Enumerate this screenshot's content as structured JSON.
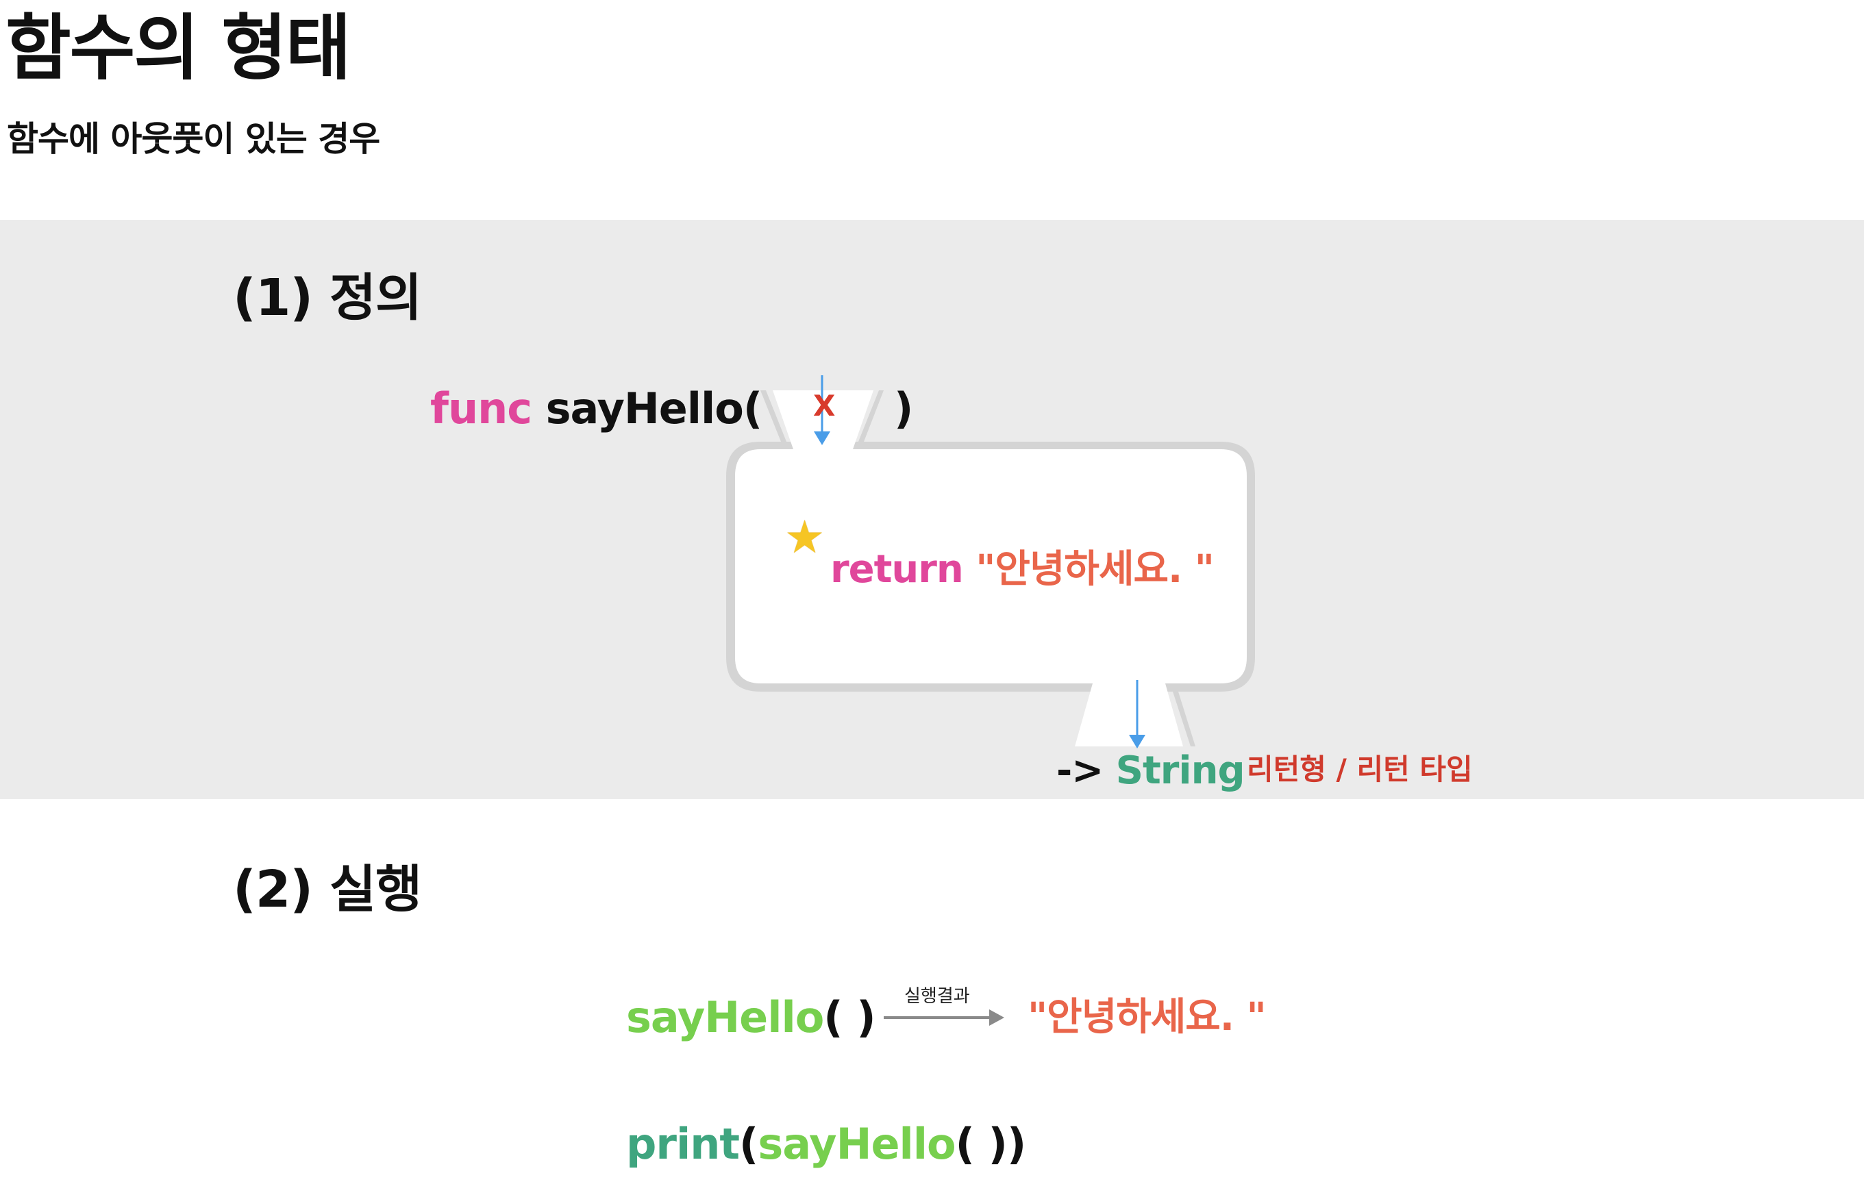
{
  "header": {
    "title": "함수의 형태",
    "subtitle": "함수에 아웃풋이 있는 경우"
  },
  "definition": {
    "heading": "(1) 정의",
    "keyword": "func",
    "func_name": "sayHello(",
    "close_paren": ")",
    "input_mark": "X",
    "return_keyword": "return",
    "return_value": "\"안녕하세요. \"",
    "arrow": "->",
    "return_type": "String",
    "return_type_label": "리턴형 / 리턴 타입",
    "icons": [
      "star-icon",
      "down-arrow-icon"
    ]
  },
  "execution": {
    "heading": "(2) 실행",
    "call_name": "sayHello",
    "call_parens": "( )",
    "result_label": "실행결과",
    "result_value": "\"안녕하세요. \"",
    "print_name": "print",
    "print_open": "(",
    "print_inner": "sayHello",
    "print_close": "( ))"
  },
  "colors": {
    "band": "#ebebeb",
    "keyword_pink": "#e0479b",
    "string_salmon": "#e9654a",
    "type_teal": "#3fa57f",
    "call_lime": "#77cf4e",
    "label_red": "#d03a2c",
    "arrow_blue": "#4a9de8"
  }
}
